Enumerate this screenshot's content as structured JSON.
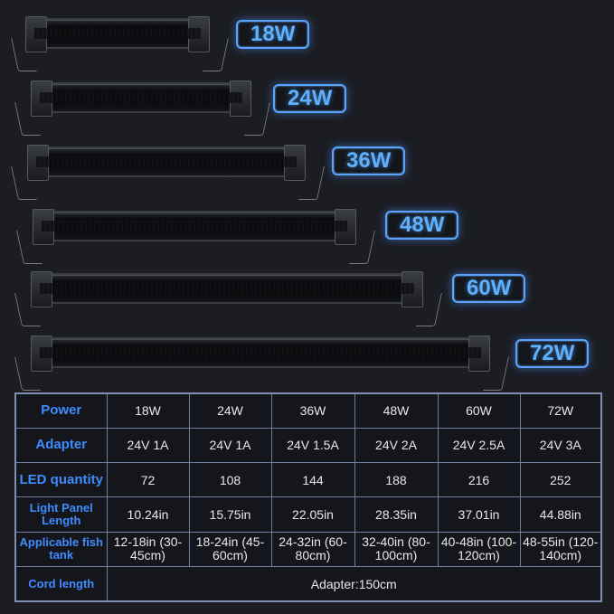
{
  "badges": [
    "18W",
    "24W",
    "36W",
    "48W",
    "60W",
    "72W"
  ],
  "table": {
    "rows": [
      {
        "header": "Power",
        "values": [
          "18W",
          "24W",
          "36W",
          "48W",
          "60W",
          "72W"
        ]
      },
      {
        "header": "Adapter",
        "values": [
          "24V 1A",
          "24V 1A",
          "24V 1.5A",
          "24V 2A",
          "24V 2.5A",
          "24V 3A"
        ]
      },
      {
        "header": "LED quantity",
        "values": [
          "72",
          "108",
          "144",
          "188",
          "216",
          "252"
        ]
      },
      {
        "header": "Light Panel Length",
        "values": [
          "10.24in",
          "15.75in",
          "22.05in",
          "28.35in",
          "37.01in",
          "44.88in"
        ]
      },
      {
        "header": "Applicable fish tank",
        "values": [
          "12-18in (30-45cm)",
          "18-24in (45-60cm)",
          "24-32in (60-80cm)",
          "32-40in (80-100cm)",
          "40-48in (100-120cm)",
          "48-55in (120-140cm)"
        ]
      },
      {
        "header": "Cord length",
        "span_value": "Adapter:150cm"
      }
    ]
  },
  "colors": {
    "background": "#1b1d22",
    "accent": "#5fb0ff",
    "header_text": "#3f8cff",
    "border": "#7f8fb0"
  }
}
